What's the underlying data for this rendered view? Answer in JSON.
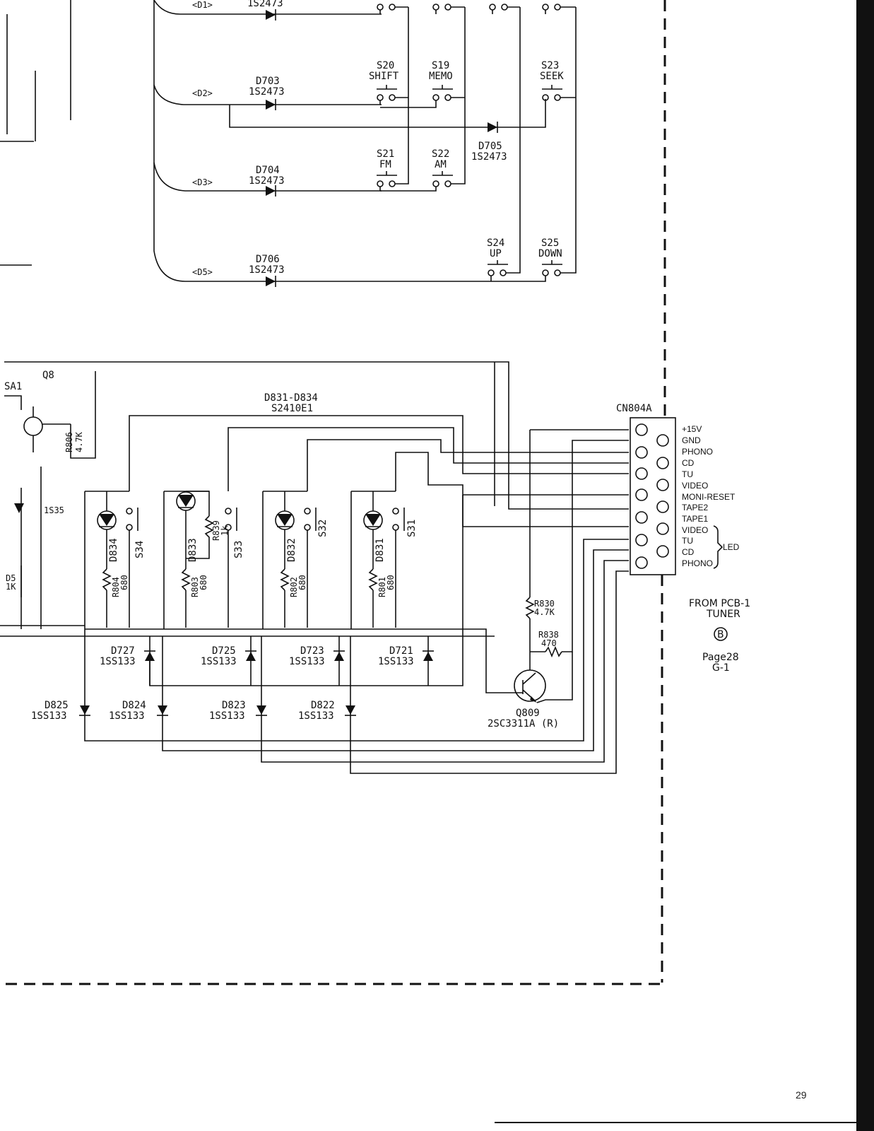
{
  "page_number": "29",
  "diodes_top": [
    {
      "ref": "D703",
      "part": "1S2473"
    },
    {
      "ref": "D704",
      "part": "1S2473"
    },
    {
      "ref": "D706",
      "part": "1S2473"
    },
    {
      "ref": "D705",
      "part": "1S2473"
    }
  ],
  "top_cut_part": "1S2473",
  "net_labels": [
    "<D1>",
    "<D2>",
    "<D3>",
    "<D5>"
  ],
  "switches_top": [
    {
      "ref": "S20",
      "name": "SHIFT"
    },
    {
      "ref": "S19",
      "name": "MEMO"
    },
    {
      "ref": "S23",
      "name": "SEEK"
    },
    {
      "ref": "S21",
      "name": "FM"
    },
    {
      "ref": "S22",
      "name": "AM"
    },
    {
      "ref": "S24",
      "name": "UP"
    },
    {
      "ref": "S25",
      "name": "DOWN"
    }
  ],
  "led_group": {
    "refs": "D831-D834",
    "part": "S2410E1"
  },
  "leds": [
    "D834",
    "D833",
    "D832",
    "D831"
  ],
  "switches_bottom": [
    "S34",
    "S33",
    "S32",
    "S31"
  ],
  "resistors": [
    {
      "ref": "R804",
      "value": "680"
    },
    {
      "ref": "R803",
      "value": "680"
    },
    {
      "ref": "R802",
      "value": "680"
    },
    {
      "ref": "R801",
      "value": "680"
    },
    {
      "ref": "R839",
      "value": "1k"
    },
    {
      "ref": "R830",
      "value": "4.7K"
    },
    {
      "ref": "R838",
      "value": "470"
    },
    {
      "ref": "R806",
      "value": "4.7K"
    }
  ],
  "diodes_mid": [
    {
      "ref": "D727",
      "part": "1SS133"
    },
    {
      "ref": "D725",
      "part": "1SS133"
    },
    {
      "ref": "D723",
      "part": "1SS133"
    },
    {
      "ref": "D721",
      "part": "1SS133"
    }
  ],
  "diodes_bottom": [
    {
      "ref": "D825",
      "part": "1SS133"
    },
    {
      "ref": "D824",
      "part": "1SS133"
    },
    {
      "ref": "D823",
      "part": "1SS133"
    },
    {
      "ref": "D822",
      "part": "1SS133"
    }
  ],
  "transistor": {
    "ref": "Q809",
    "part": "2SC3311A (R)"
  },
  "connector": {
    "ref": "CN804A",
    "pins": [
      "+15V",
      "GND",
      "PHONO",
      "CD",
      "TU",
      "VIDEO",
      "MONI-RESET",
      "TAPE2",
      "TAPE1",
      "VIDEO",
      "TU",
      "CD",
      "PHONO"
    ],
    "led_bracket": "LED"
  },
  "from_note": {
    "line1": "FROM PCB-1",
    "line2": "TUNER",
    "badge": "B",
    "page": "Page28",
    "grid": "G-1"
  },
  "left_fragments": {
    "q": "Q8",
    "q_part": "SA1",
    "r": "R806",
    "r_value": "4.7K",
    "d5": "D5",
    "d5_value": "1K",
    "ss": "1S35"
  }
}
